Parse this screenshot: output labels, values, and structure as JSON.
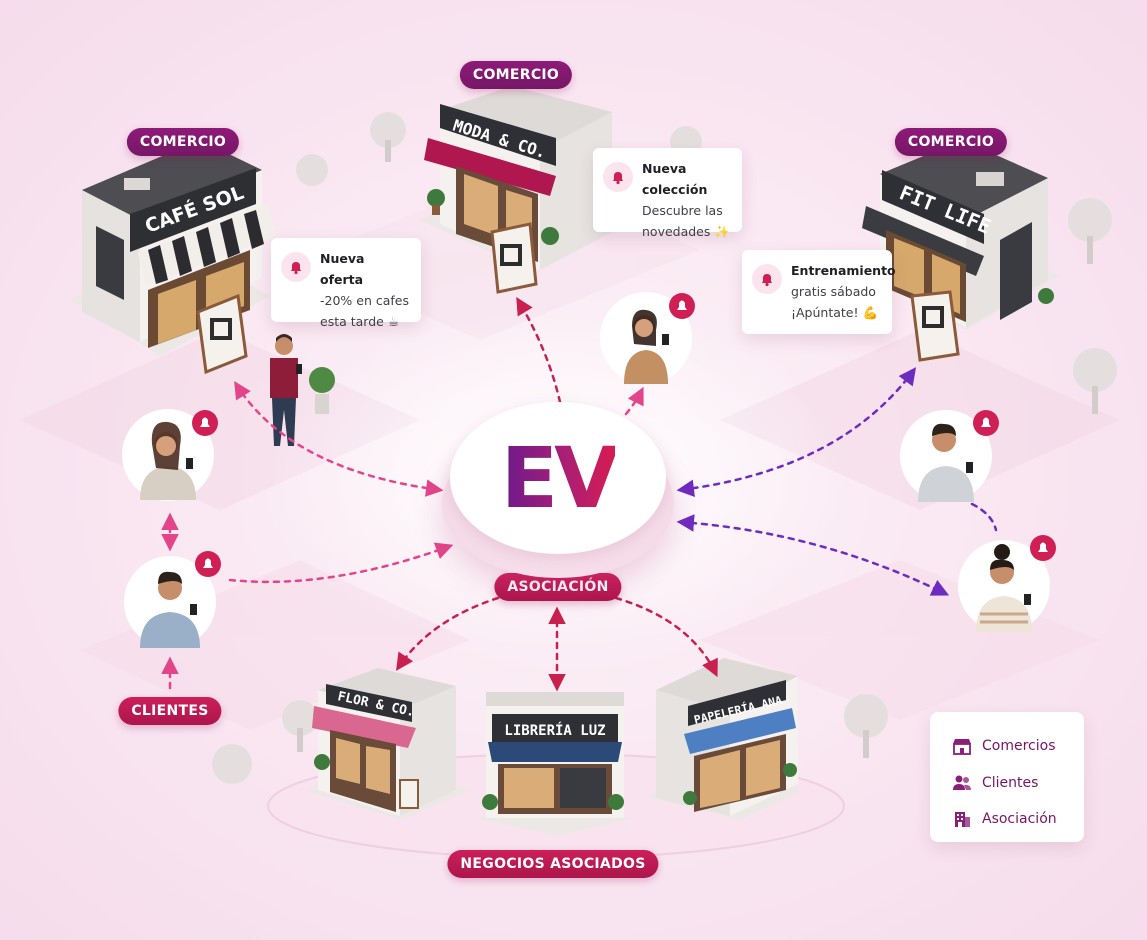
{
  "center": {
    "logo": "EV",
    "label": "Asociación"
  },
  "labels": {
    "comercio_left": "COMERCIO",
    "comercio_top": "COMERCIO",
    "comercio_right": "COMERCIO",
    "asociacion": "ASOCIACIÓN",
    "clientes": "CLIENTES",
    "negocios": "NEGOCIOS ASOCIADOS"
  },
  "stores": {
    "cafe_sol": "CAFÉ SOL",
    "moda": "MODA & CO.",
    "fit_life": "FIT LIFE",
    "flor": "FLOR & CO.",
    "libreria": "LIBRERÍA LUZ",
    "papeleria": "PAPELERÍA ANA"
  },
  "notifications": {
    "oferta": {
      "title": "Nueva oferta",
      "line1": "-20% en cafes",
      "line2": "esta tarde ☕"
    },
    "coleccion": {
      "title": "Nueva colección",
      "line1": "Descubre las",
      "line2": "novedades ✨"
    },
    "entrenamiento": {
      "title": "Entrenamiento",
      "line1": "gratis sábado",
      "line2": "¡Apúntate! 💪"
    }
  },
  "legend": {
    "comercios": "Comercios",
    "clientes": "Clientes",
    "asociacion": "Asociación"
  },
  "colors": {
    "purple": "#7d1670",
    "crimson": "#c21a55",
    "pink_arrow": "#e3458a",
    "crimson_arrow": "#c8204f",
    "violet_arrow": "#6e2bbf",
    "legend_icon": "#8a1f78"
  }
}
